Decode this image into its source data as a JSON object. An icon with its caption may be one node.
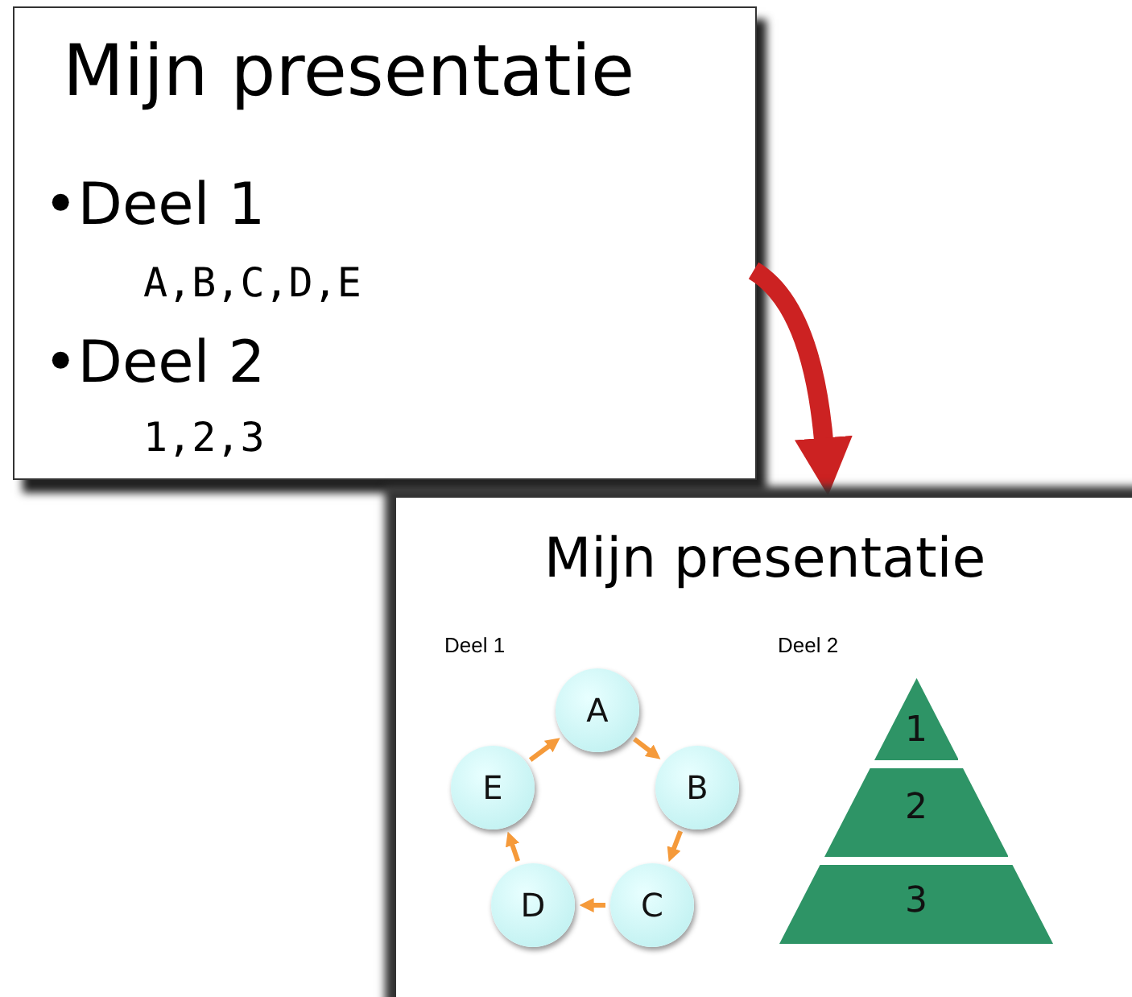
{
  "diagram": {
    "nodes": [
      {
        "text": [
          "Mijn presentatie",
          "•Deel 1",
          "A,B,C,D,E",
          "•Deel 2",
          "1,2,3"
        ]
      },
      {
        "text": [
          "Mijn presentatie"
        ]
      },
      {
        "text": [
          "A"
        ],
        "in": 1
      },
      {
        "text": [
          "B"
        ],
        "in": 1
      },
      {
        "text": [
          "C"
        ],
        "in": 1
      },
      {
        "text": [
          "D"
        ],
        "in": 1
      },
      {
        "text": [
          "E"
        ],
        "in": 1
      },
      {
        "text": [
          "1"
        ],
        "in": 1
      },
      {
        "text": [
          "2"
        ],
        "in": 1
      },
      {
        "text": [
          "3"
        ],
        "in": 1
      }
    ],
    "edges": [
      {
        "from": 0,
        "to": 1,
        "arrow": "to",
        "style": "thick",
        "color": "#cc2222"
      },
      {
        "from": 2,
        "to": 3,
        "arrow": "to"
      },
      {
        "from": 3,
        "to": 4,
        "arrow": "to"
      },
      {
        "from": 4,
        "to": 5,
        "arrow": "to"
      },
      {
        "from": 5,
        "to": 6,
        "arrow": "to"
      },
      {
        "from": 6,
        "to": 2,
        "arrow": "to"
      }
    ],
    "labels": [
      "Deel 1",
      "Deel 2"
    ]
  }
}
